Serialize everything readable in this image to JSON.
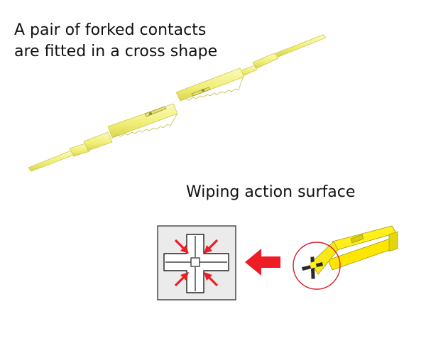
{
  "diagram": {
    "title_lines": [
      "A pair of forked contacts",
      "are fitted in a cross shape"
    ],
    "wiping_label": "Wiping action surface",
    "colors": {
      "contact_fill": "#f2f07a",
      "contact_light": "#f8f7a6",
      "contact_edge": "#c9c44a",
      "arrow_red": "#ee1c25",
      "cross_fill": "#ffffff",
      "inset_bg": "#ebebeb",
      "outline": "#222222",
      "closeup_yellow": "#ffef1a"
    }
  }
}
